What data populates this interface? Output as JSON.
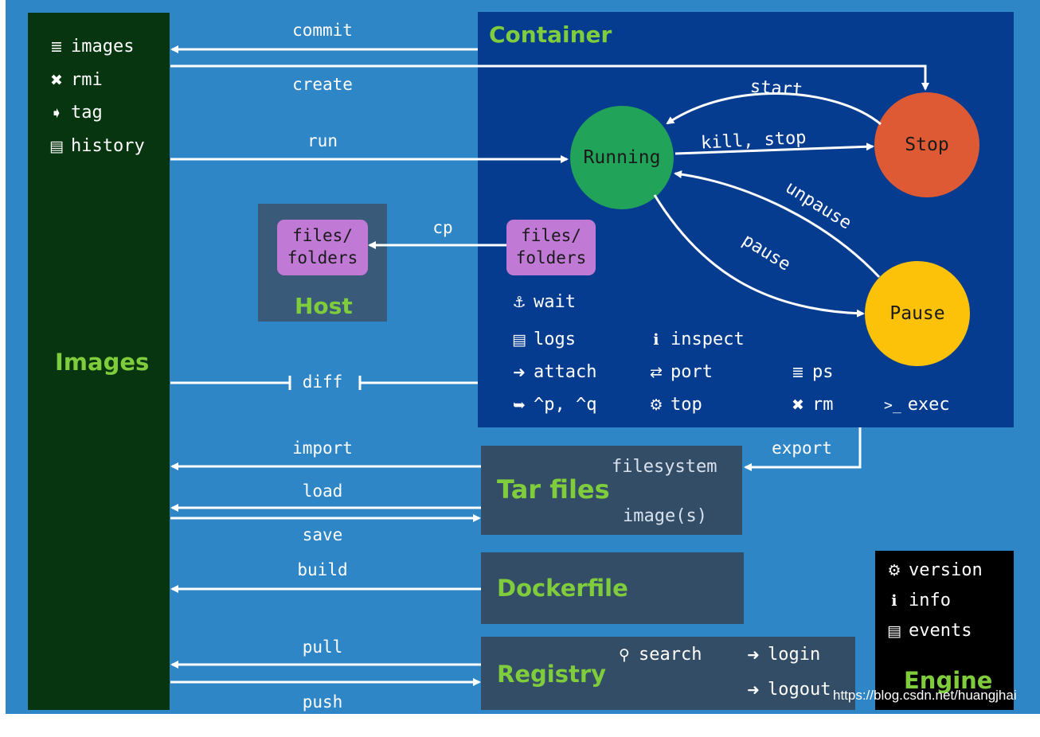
{
  "images_panel": {
    "title": "Images",
    "commands": [
      {
        "icon": "list-icon",
        "glyph": "≣",
        "label": "images"
      },
      {
        "icon": "close-icon",
        "glyph": "✖",
        "label": "rmi"
      },
      {
        "icon": "tag-icon",
        "glyph": "➧",
        "label": "tag"
      },
      {
        "icon": "document-icon",
        "glyph": "▤",
        "label": "history"
      }
    ]
  },
  "container_panel": {
    "title": "Container",
    "states": {
      "running": "Running",
      "stop": "Stop",
      "pause": "Pause"
    },
    "transitions": {
      "start": "start",
      "kill_stop": "kill, stop",
      "unpause": "unpause",
      "pause": "pause"
    },
    "files_label_line1": "files/",
    "files_label_line2": "folders",
    "commands": {
      "wait": "wait",
      "logs": "logs",
      "inspect": "inspect",
      "attach": "attach",
      "port": "port",
      "ps": "ps",
      "detach": "^p, ^q",
      "top": "top",
      "rm": "rm",
      "exec": "exec"
    },
    "exec_prefix": ">_"
  },
  "host_panel": {
    "title": "Host",
    "files_label_line1": "files/",
    "files_label_line2": "folders"
  },
  "tar_panel": {
    "title": "Tar files",
    "filesystem": "filesystem",
    "images": "image(s)"
  },
  "dockerfile_panel": {
    "title": "Dockerfile"
  },
  "registry_panel": {
    "title": "Registry",
    "search": "search",
    "login": "login",
    "logout": "logout"
  },
  "engine_panel": {
    "title": "Engine",
    "version": "version",
    "info": "info",
    "events": "events"
  },
  "arrow_labels": {
    "commit": "commit",
    "create": "create",
    "run": "run",
    "cp": "cp",
    "diff": "diff",
    "import": "import",
    "load": "load",
    "save": "save",
    "build": "build",
    "pull": "pull",
    "push": "push",
    "export": "export"
  },
  "watermark": "https://blog.csdn.net/huangjhai",
  "colors": {
    "background": "#2e86c6",
    "images_panel": "#07350f",
    "container_panel": "#053c8f",
    "host_panel": "#395a78",
    "dark_panel": "#344d66",
    "engine_panel": "#000000",
    "title_green": "#7fcc3c",
    "running": "#22a35a",
    "stop": "#de5a34",
    "pause": "#fbc209",
    "files": "#c07ad6"
  }
}
